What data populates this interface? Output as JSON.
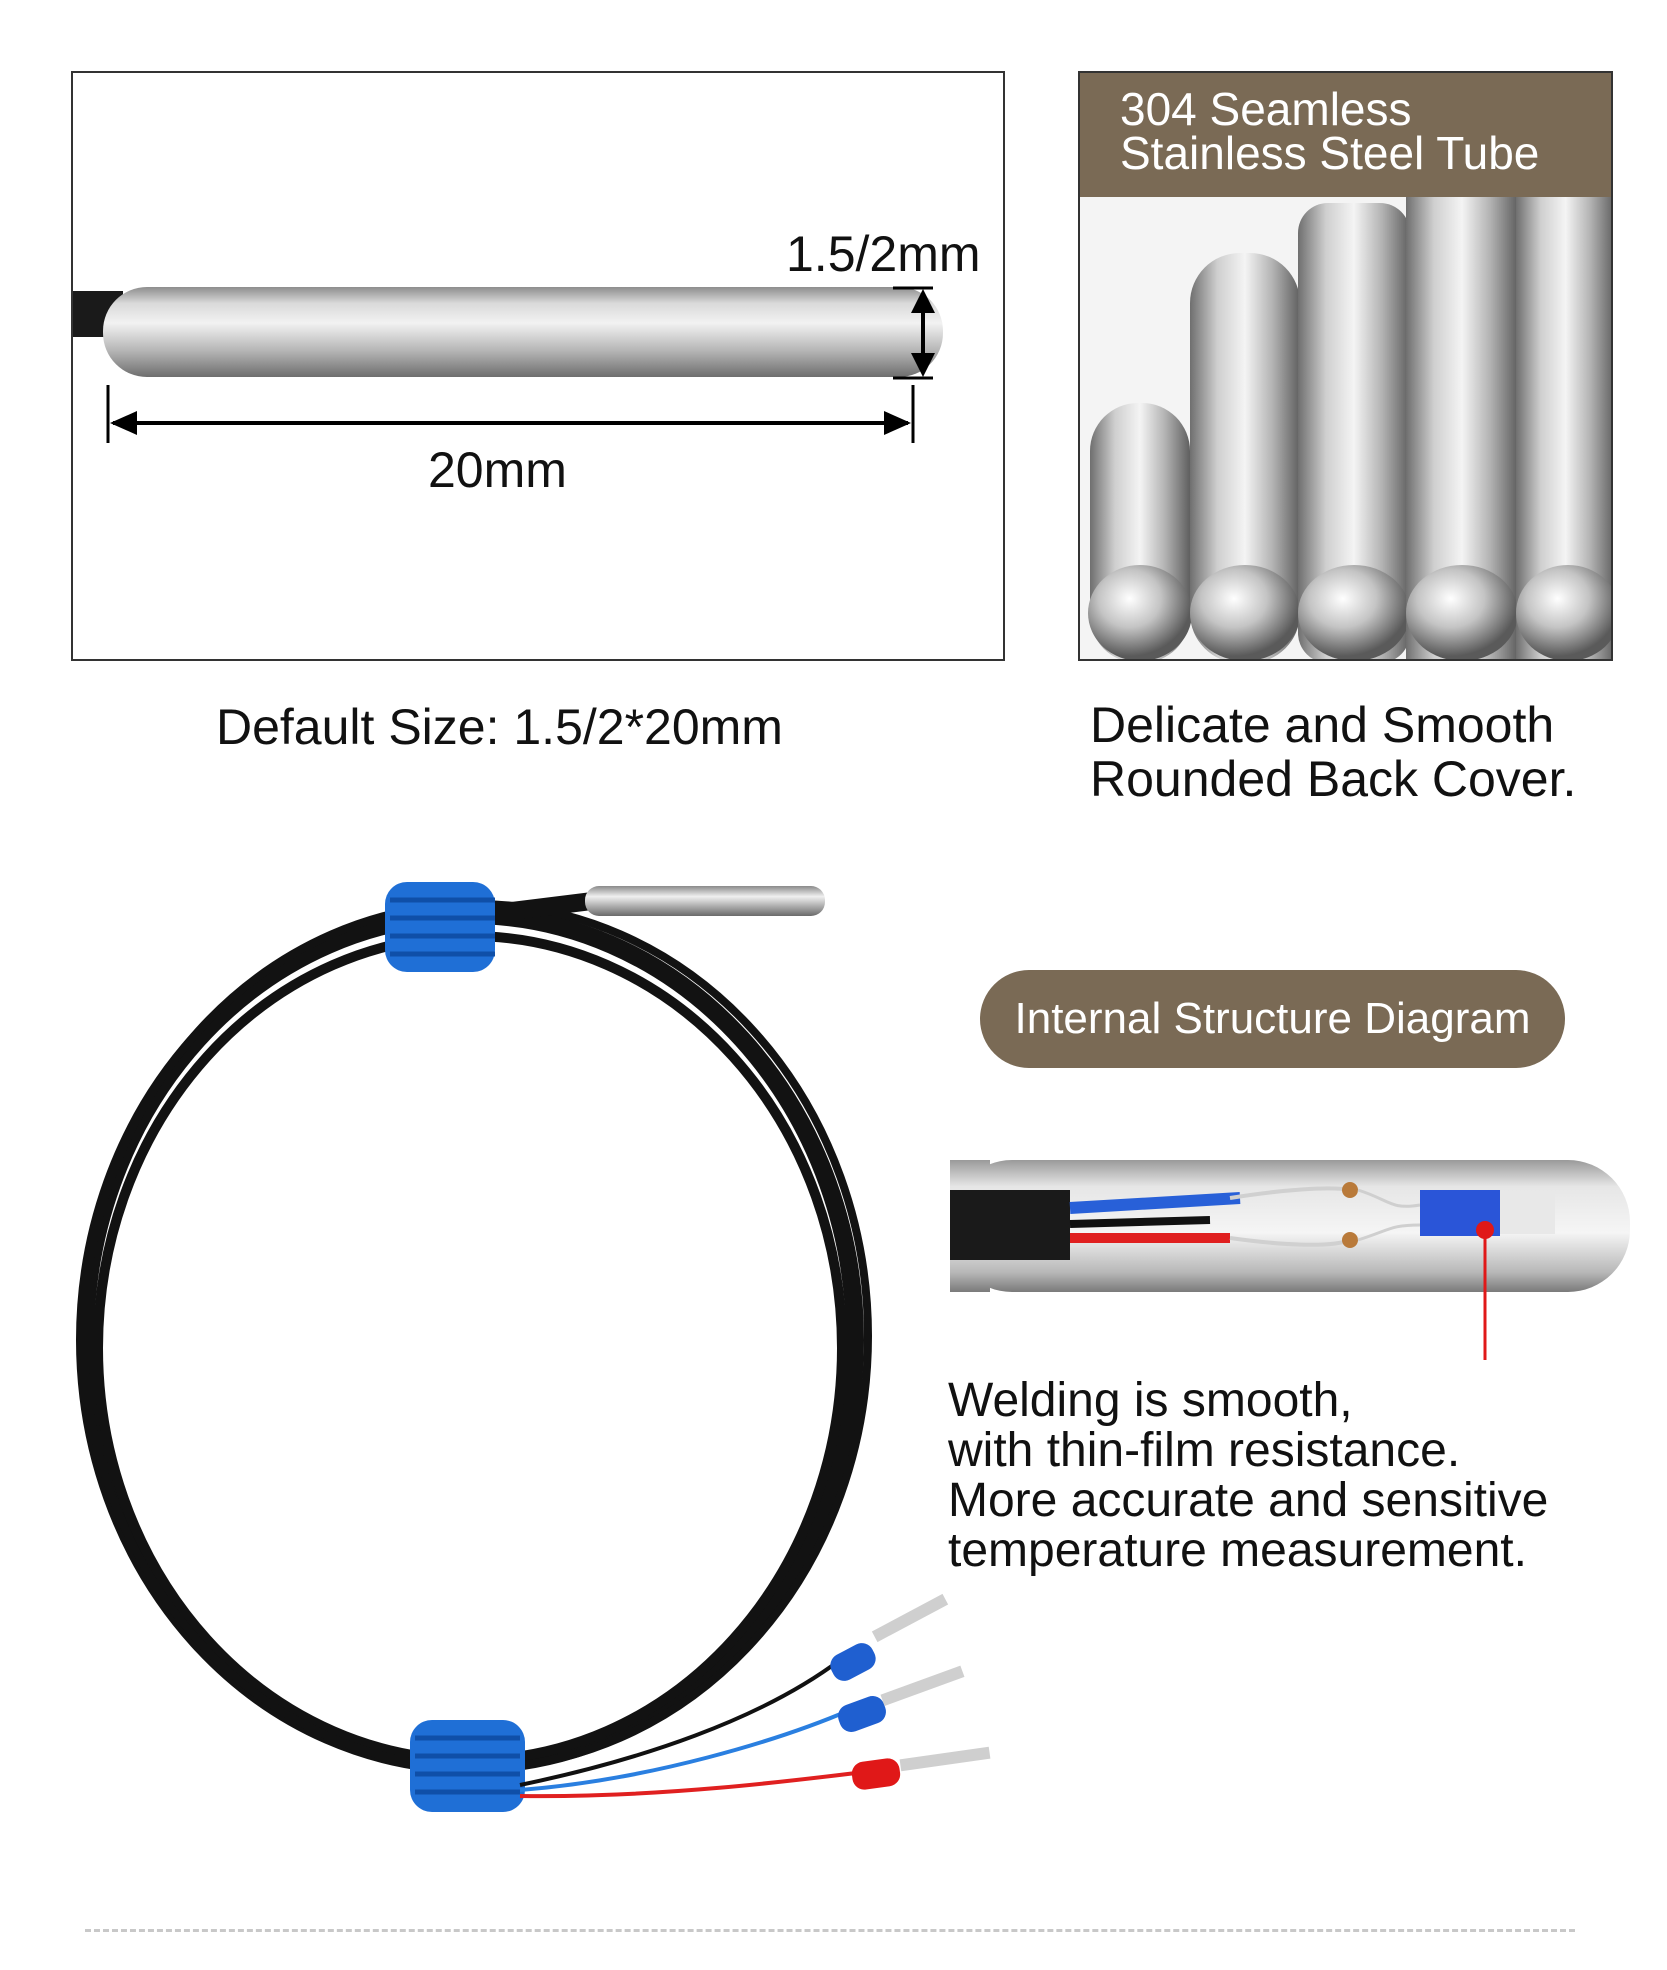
{
  "probe_panel": {
    "diameter_label": "1.5/2mm",
    "length_label": "20mm",
    "caption": "Default Size: 1.5/2*20mm"
  },
  "tubes_panel": {
    "header_line1": "304 Seamless",
    "header_line2": "Stainless Steel Tube",
    "caption_line1": "Delicate and Smooth",
    "caption_line2": "Rounded Back Cover."
  },
  "structure": {
    "pill_label": "Internal Structure Diagram",
    "desc_lines": [
      "Welding is smooth,",
      "with thin-film resistance.",
      "More accurate and sensitive",
      "temperature measurement."
    ]
  },
  "colors": {
    "accent_brown": "#7a6a55",
    "cable_black": "#121212",
    "wrap_blue": "#1f6fd6",
    "wire_red": "#e02020",
    "steel": "#c9c9c9"
  }
}
